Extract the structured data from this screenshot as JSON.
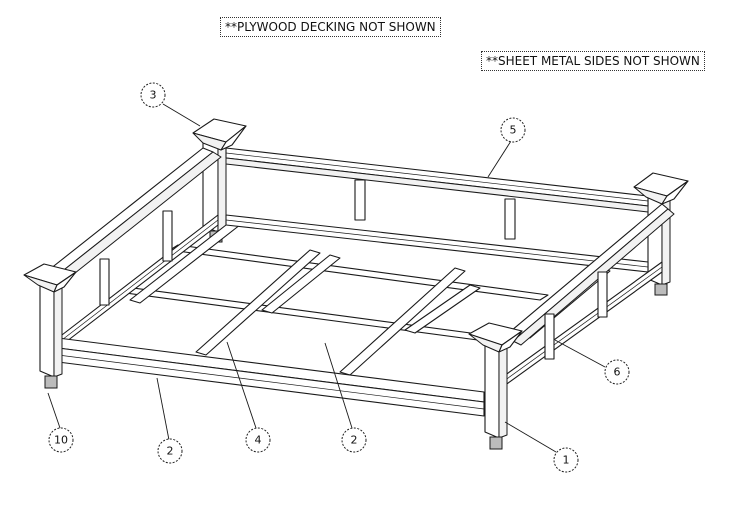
{
  "notes": {
    "plywood": "**PLYWOOD DECKING NOT SHOWN",
    "sheet_metal": "**SHEET METAL SIDES NOT SHOWN"
  },
  "balloons": {
    "b3": "3",
    "b5": "5",
    "b6": "6",
    "b1": "1",
    "b10": "10",
    "b2a": "2",
    "b4": "4",
    "b2b": "2"
  }
}
